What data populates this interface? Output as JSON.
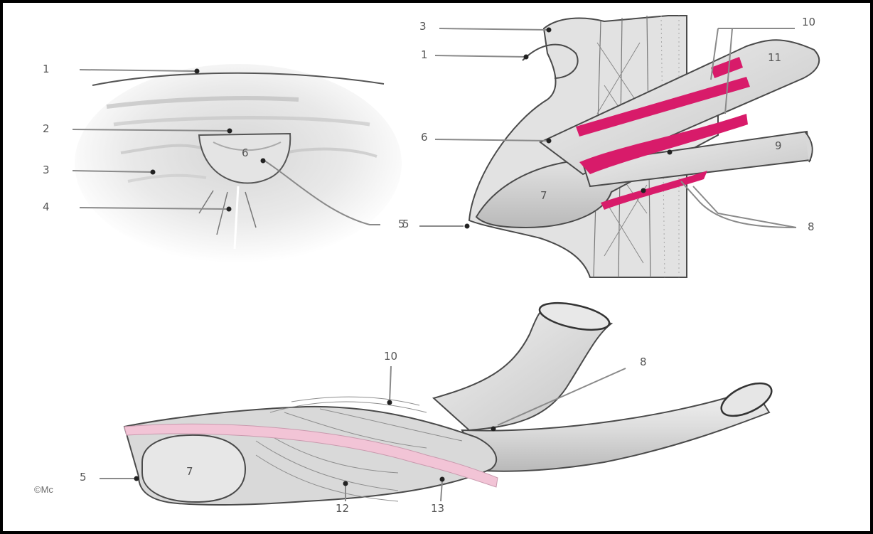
{
  "figure": {
    "panel_top_left": {
      "labels": [
        "1",
        "2",
        "3",
        "4",
        "5",
        "6"
      ]
    },
    "panel_top_right": {
      "labels": [
        "3",
        "1",
        "10",
        "11",
        "6",
        "9",
        "7",
        "5",
        "8"
      ]
    },
    "panel_bottom": {
      "labels": [
        "10",
        "8",
        "5",
        "7",
        "12",
        "13"
      ]
    },
    "signature": "©Mc"
  },
  "colors": {
    "frame": "#000000",
    "tissue": "#e3e3e3",
    "tissue_dark": "#9a9a9a",
    "outline": "#4a4a4a",
    "leader": "#8a8a8a",
    "highlight_magenta": "#d81b6a",
    "highlight_pink": "#f2c4d6"
  }
}
